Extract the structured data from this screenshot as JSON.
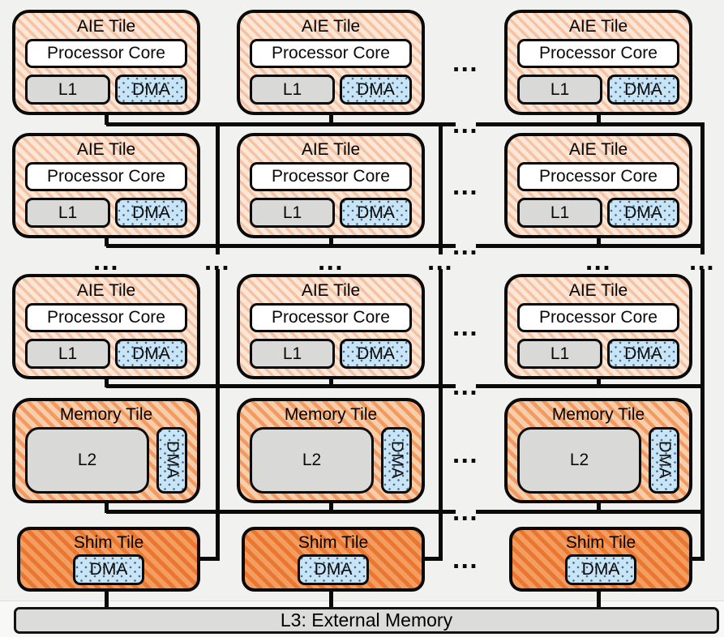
{
  "labels": {
    "aie_tile": "AIE Tile",
    "processor_core": "Processor Core",
    "l1": "L1",
    "dma": "DMA",
    "memory_tile": "Memory Tile",
    "l2": "L2",
    "shim_tile": "Shim Tile",
    "l3_bar": "L3: External Memory",
    "ellipsis": "..."
  },
  "diagram": {
    "type": "block-architecture",
    "columns_shown": 3,
    "aie_rows_shown": 3,
    "rows_top_to_bottom": [
      "AIE Tile row",
      "AIE Tile row",
      "ellipsis (more rows)",
      "AIE Tile row",
      "Memory Tile row",
      "Shim Tile row",
      "L3: External Memory"
    ],
    "tiles": {
      "aie": {
        "title": "AIE Tile",
        "children": [
          "Processor Core",
          "L1",
          "DMA"
        ],
        "count_shown": 9
      },
      "memory": {
        "title": "Memory Tile",
        "children": [
          "L2",
          "DMA"
        ],
        "count_shown": 3
      },
      "shim": {
        "title": "Shim Tile",
        "children": [
          "DMA"
        ],
        "count_shown": 3
      }
    },
    "continuation": "horizontal and vertical ellipses indicate the array repeats",
    "connections": "tile bottom stubs join horizontal buses; vertical trunks join buses and terminate into the right side of each Shim Tile; Shim Tiles connect down to the L3 external memory bar",
    "colors": {
      "aie_fill": "#FBE6D8",
      "aie_stripe": "#F5C3A2",
      "memory_fill": "#F8CDA9",
      "memory_stripe": "#F19A62",
      "shim_fill": "#F39D63",
      "shim_stripe": "#E9772E",
      "dma_fill": "#C9E4F4",
      "dma_dot": "#3F6A8F",
      "sram_fill": "#D9D9D8",
      "core_fill": "#FFFFFF",
      "l3_fill": "#DCDCDB",
      "line": "#0A0A0A",
      "background": "#F1F1EF"
    }
  }
}
